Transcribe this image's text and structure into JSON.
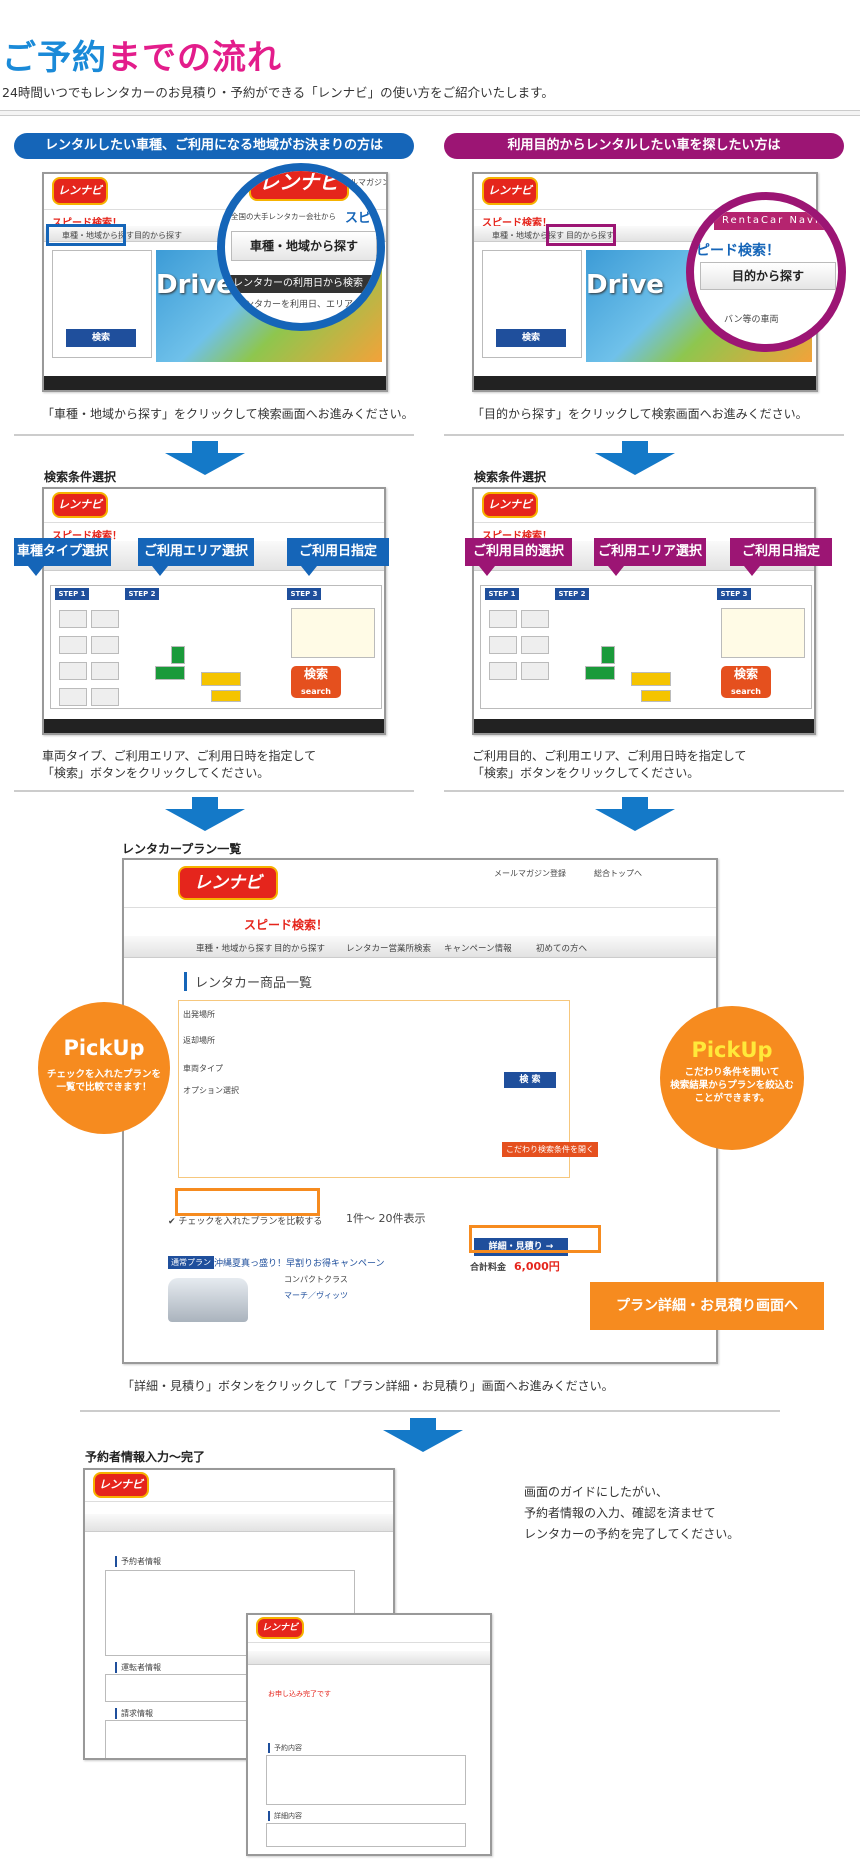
{
  "page": {
    "title_blue_1": "ご予約",
    "title_pink": "までの流れ",
    "subtitle": "24時間いつでもレンタカーのお見積り・予約ができる「レンナビ」の使い方をご紹介いたします。"
  },
  "left_flow": {
    "header": "レンタルしたい車種、ご利用になる地域がお決まりの方は",
    "caption1": "「車種・地域から探す」をクリックして検索画面へお進みください。",
    "section2_label": "検索条件選択",
    "tags": [
      "車種タイプ選択",
      "ご利用エリア選択",
      "ご利用日指定"
    ],
    "caption2_l1": "車両タイプ、ご利用エリア、ご利用日時を指定して",
    "caption2_l2": "「検索」ボタンをクリックしてください。",
    "magnifier_line1": "全国の大手レンタカー会社から",
    "magnifier_speed": "スピー",
    "magnifier_button": "車種・地域から探す",
    "magnifier_dark": "レンタカーの利用日から検索",
    "magnifier_tail": "ンタカーを利用日、エリア"
  },
  "right_flow": {
    "header": "利用目的からレンタルしたい車を探したい方は",
    "caption1": "「目的から探す」をクリックして検索画面へお進みください。",
    "section2_label": "検索条件選択",
    "tags": [
      "ご利用目的選択",
      "ご利用エリア選択",
      "ご利用日指定"
    ],
    "caption2_l1": "ご利用目的、ご利用エリア、ご利用日時を指定して",
    "caption2_l2": "「検索」ボタンをクリックしてください。",
    "magnifier_speed": "ピード検索！",
    "magnifier_button": "目的から探す",
    "magnifier_tail": "バン等の車両",
    "magnifier_brand": "RentaCar Navi"
  },
  "screens": {
    "logo_text": "レンナビ",
    "speed_search": "スピード検索！",
    "drive_text": "Drive",
    "search_label": "検索",
    "search_sub": "search",
    "nav_buttons": [
      "車種・地域から探す",
      "目的から探す",
      "レンタカー営業所検索",
      "キャンペーン情報",
      "初めての方へ"
    ],
    "header_links": [
      "メールマガジン登録",
      "総合トップへ"
    ],
    "step1": "STEP 1",
    "step2": "STEP 2",
    "step3": "STEP 3"
  },
  "plan_section": {
    "label": "レンタカープラン一覧",
    "page_heading": "レンタカー商品一覧",
    "compare_button": "チェックを入れたプランを比較する",
    "result_count": "1件～ 20件表示",
    "detail_button": "詳細・見積り",
    "price_label": "合計料金",
    "price": "6,000円",
    "plan_badge": "通常プラン",
    "plan_title": "沖縄夏真っ盛り！早割りお得キャンペーン",
    "car_name": "コンパクトクラス",
    "car_model": "マーチ／ヴィッツ",
    "search_btn": "検 索",
    "detail_open": "こだわり検索条件を開く",
    "form_rows": [
      "出発場所",
      "返却場所",
      "車両タイプ",
      "オプション選択"
    ],
    "pickup_left_title": "PickUp",
    "pickup_left_text_l1": "チェックを入れたプランを",
    "pickup_left_text_l2": "一覧で比較できます！",
    "pickup_right_title": "PickUp",
    "pickup_right_text_l1": "こだわり条件を開いて",
    "pickup_right_text_l2": "検索結果からプランを絞込む",
    "pickup_right_text_l3": "ことができます。",
    "callout": "プラン詳細・お見積り画面へ",
    "caption": "「詳細・見積り」ボタンをクリックして「プラン詳細・お見積り」画面へお進みください。"
  },
  "final_section": {
    "label": "予約者情報入力～完了",
    "text_l1": "画面のガイドにしたがい、",
    "text_l2": "予約者情報の入力、確認を済ませて",
    "text_l3": "レンタカーの予約を完了してください。",
    "form_heading_1": "予約者情報",
    "form_heading_2": "運転者情報",
    "form_heading_3": "請求情報",
    "form_heading_4": "お申し込み完了です",
    "form_heading_5": "予約内容",
    "form_heading_6": "詳細内容"
  }
}
